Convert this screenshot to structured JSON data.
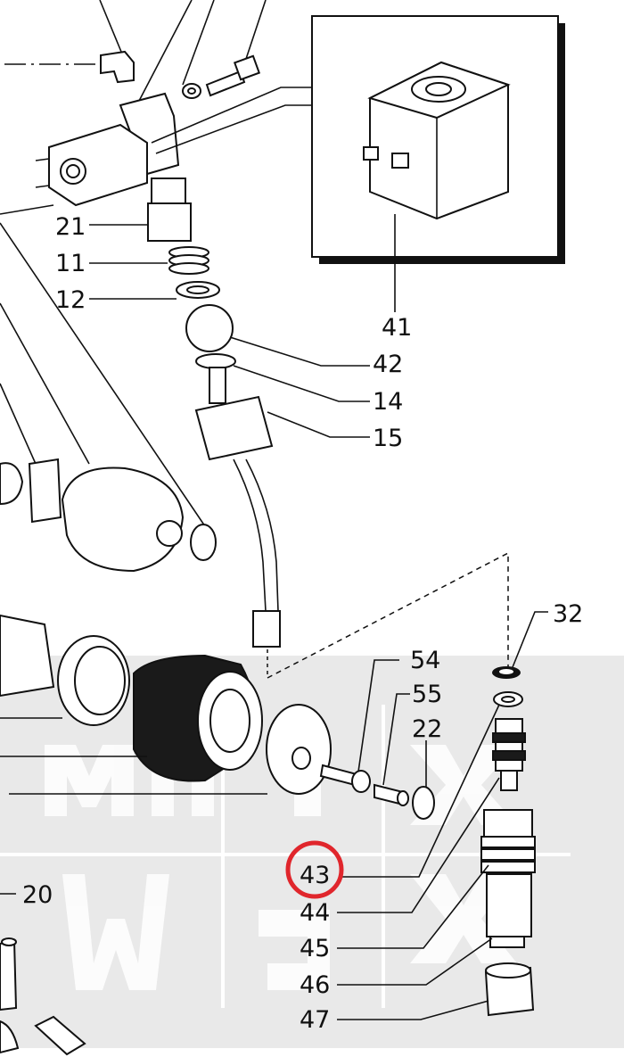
{
  "diagram": {
    "callouts": {
      "c41": "41",
      "c42": "42",
      "c14": "14",
      "c15": "15",
      "c21": "21",
      "c11": "11",
      "c12": "12",
      "c32": "32",
      "c54": "54",
      "c55": "55",
      "c22": "22",
      "c43": "43",
      "c44": "44",
      "c45": "45",
      "c46": "46",
      "c47": "47",
      "c20": "20"
    },
    "highlighted_callout": "43",
    "colors": {
      "highlight_ring": "#e0262c",
      "watermark_panel": "#e8e8e8",
      "ink": "#111111"
    }
  }
}
